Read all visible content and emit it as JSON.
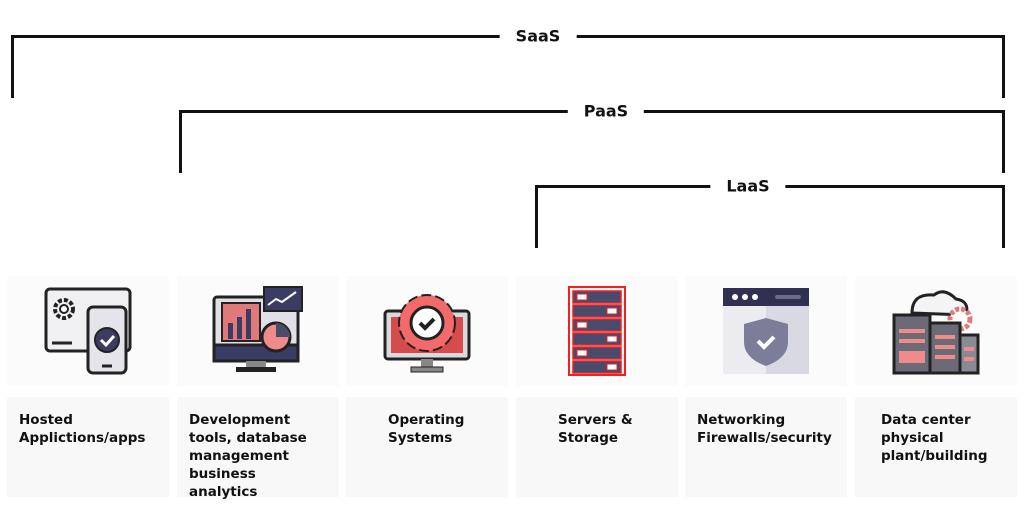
{
  "tiers": [
    {
      "label": "SaaS"
    },
    {
      "label": "PaaS"
    },
    {
      "label": "LaaS"
    }
  ],
  "columns": [
    {
      "icon": "app-devices-icon",
      "label": "Hosted Applictions/apps"
    },
    {
      "icon": "analytics-monitor-icon",
      "label": "Development tools, database management business analytics"
    },
    {
      "icon": "os-gear-monitor-icon",
      "label": "Operating Systems"
    },
    {
      "icon": "server-rack-icon",
      "label": "Servers & Storage"
    },
    {
      "icon": "firewall-shield-icon",
      "label": "Networking Firewalls/security"
    },
    {
      "icon": "data-center-icon",
      "label": "Data center physical plant/building"
    }
  ],
  "colors": {
    "accent": "#e85d5d",
    "dark": "#2f3052",
    "line": "#111111"
  }
}
